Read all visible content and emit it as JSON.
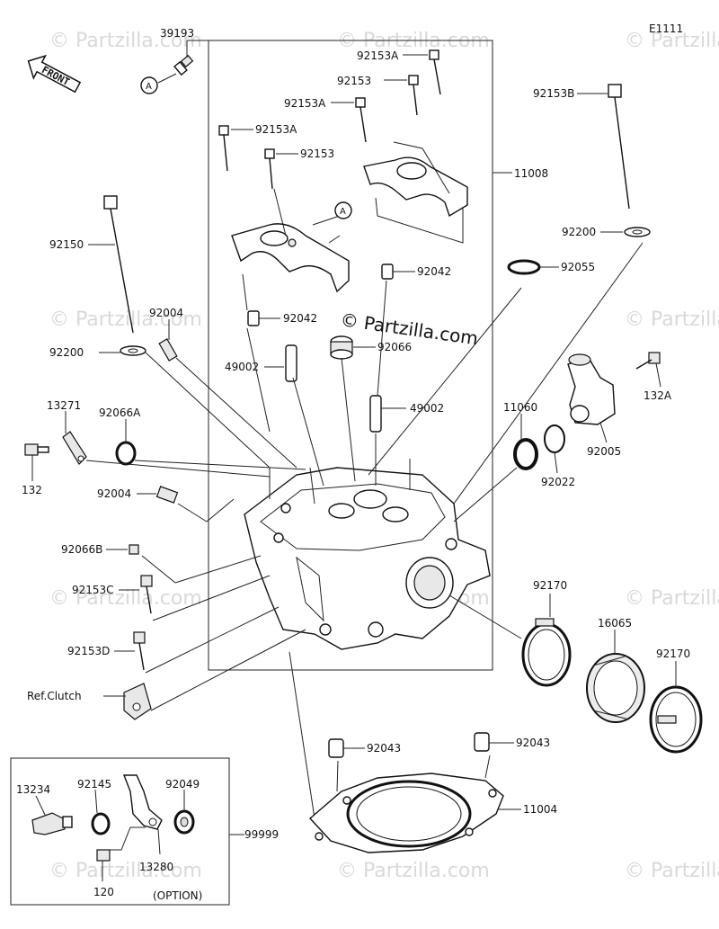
{
  "diagram_code": "E1111",
  "front_label": "FRONT",
  "watermark_main": "© Partzilla.com",
  "watermark_bg": "© Partzilla.com",
  "ref_a": "A",
  "option_label": "(OPTION)",
  "labels": {
    "p39193": "39193",
    "p92153A_1": "92153A",
    "p92153_1": "92153",
    "p92153A_2": "92153A",
    "p92153A_3": "92153A",
    "p92153_2": "92153",
    "p92153B": "92153B",
    "p11008": "11008",
    "p92042_1": "92042",
    "p92042_2": "92042",
    "p92150": "92150",
    "p92004_1": "92004",
    "p92200_1": "92200",
    "p92200_2": "92200",
    "p92055": "92055",
    "p92066": "92066",
    "p49002_1": "49002",
    "p49002_2": "49002",
    "p13271": "13271",
    "p92066A": "92066A",
    "p132": "132",
    "p132A": "132A",
    "p11060": "11060",
    "p92022": "92022",
    "p92005": "92005",
    "p92004_2": "92004",
    "p92066B": "92066B",
    "p92153C": "92153C",
    "p92153D": "92153D",
    "p92170_1": "92170",
    "p16065": "16065",
    "p92170_2": "92170",
    "ref_clutch": "Ref.Clutch",
    "p92043_1": "92043",
    "p92043_2": "92043",
    "p11004": "11004",
    "p13234": "13234",
    "p92145": "92145",
    "p92049": "92049",
    "p99999": "99999",
    "p13280": "13280",
    "p120": "120"
  }
}
